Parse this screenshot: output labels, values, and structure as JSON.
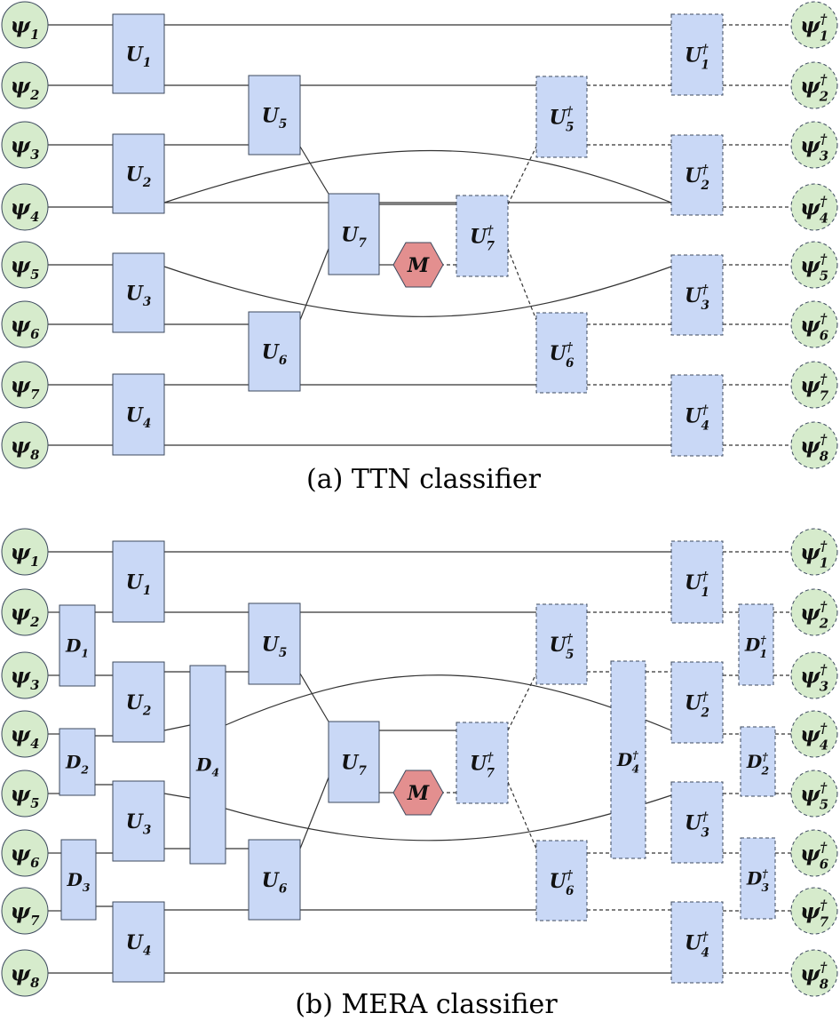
{
  "panel_a": {
    "caption": "(a) TTN classifier",
    "inputs": [
      "ψ1",
      "ψ2",
      "ψ3",
      "ψ4",
      "ψ5",
      "ψ6",
      "ψ7",
      "ψ8"
    ],
    "outputs": [
      "ψ1†",
      "ψ2†",
      "ψ3†",
      "ψ4†",
      "ψ5†",
      "ψ6†",
      "ψ7†",
      "ψ8†"
    ],
    "gates": [
      "U1",
      "U2",
      "U3",
      "U4",
      "U5",
      "U6",
      "U7"
    ],
    "measurement": "M",
    "dagger_gates": [
      "U7†",
      "U5†",
      "U6†",
      "U1†",
      "U2†",
      "U3†",
      "U4†"
    ]
  },
  "panel_b": {
    "caption": "(b) MERA classifier",
    "inputs": [
      "ψ1",
      "ψ2",
      "ψ3",
      "ψ4",
      "ψ5",
      "ψ6",
      "ψ7",
      "ψ8"
    ],
    "outputs": [
      "ψ1†",
      "ψ2†",
      "ψ3†",
      "ψ4†",
      "ψ5†",
      "ψ6†",
      "ψ7†",
      "ψ8†"
    ],
    "disentanglers": [
      "D1",
      "D2",
      "D3",
      "D4"
    ],
    "gates": [
      "U1",
      "U2",
      "U3",
      "U4",
      "U5",
      "U6",
      "U7"
    ],
    "measurement": "M",
    "dagger_gates": [
      "U7†",
      "U5†",
      "U6†",
      "D4†",
      "U1†",
      "U2†",
      "U3†",
      "U4†"
    ],
    "dagger_disentanglers": [
      "D1†",
      "D2†",
      "D3†"
    ]
  },
  "colors": {
    "box_fill": "#c9d8f6",
    "box_stroke": "#3d4a5e",
    "node_fill": "#d6ebcc",
    "measure_fill": "#e38f8f",
    "line": "#333333"
  }
}
